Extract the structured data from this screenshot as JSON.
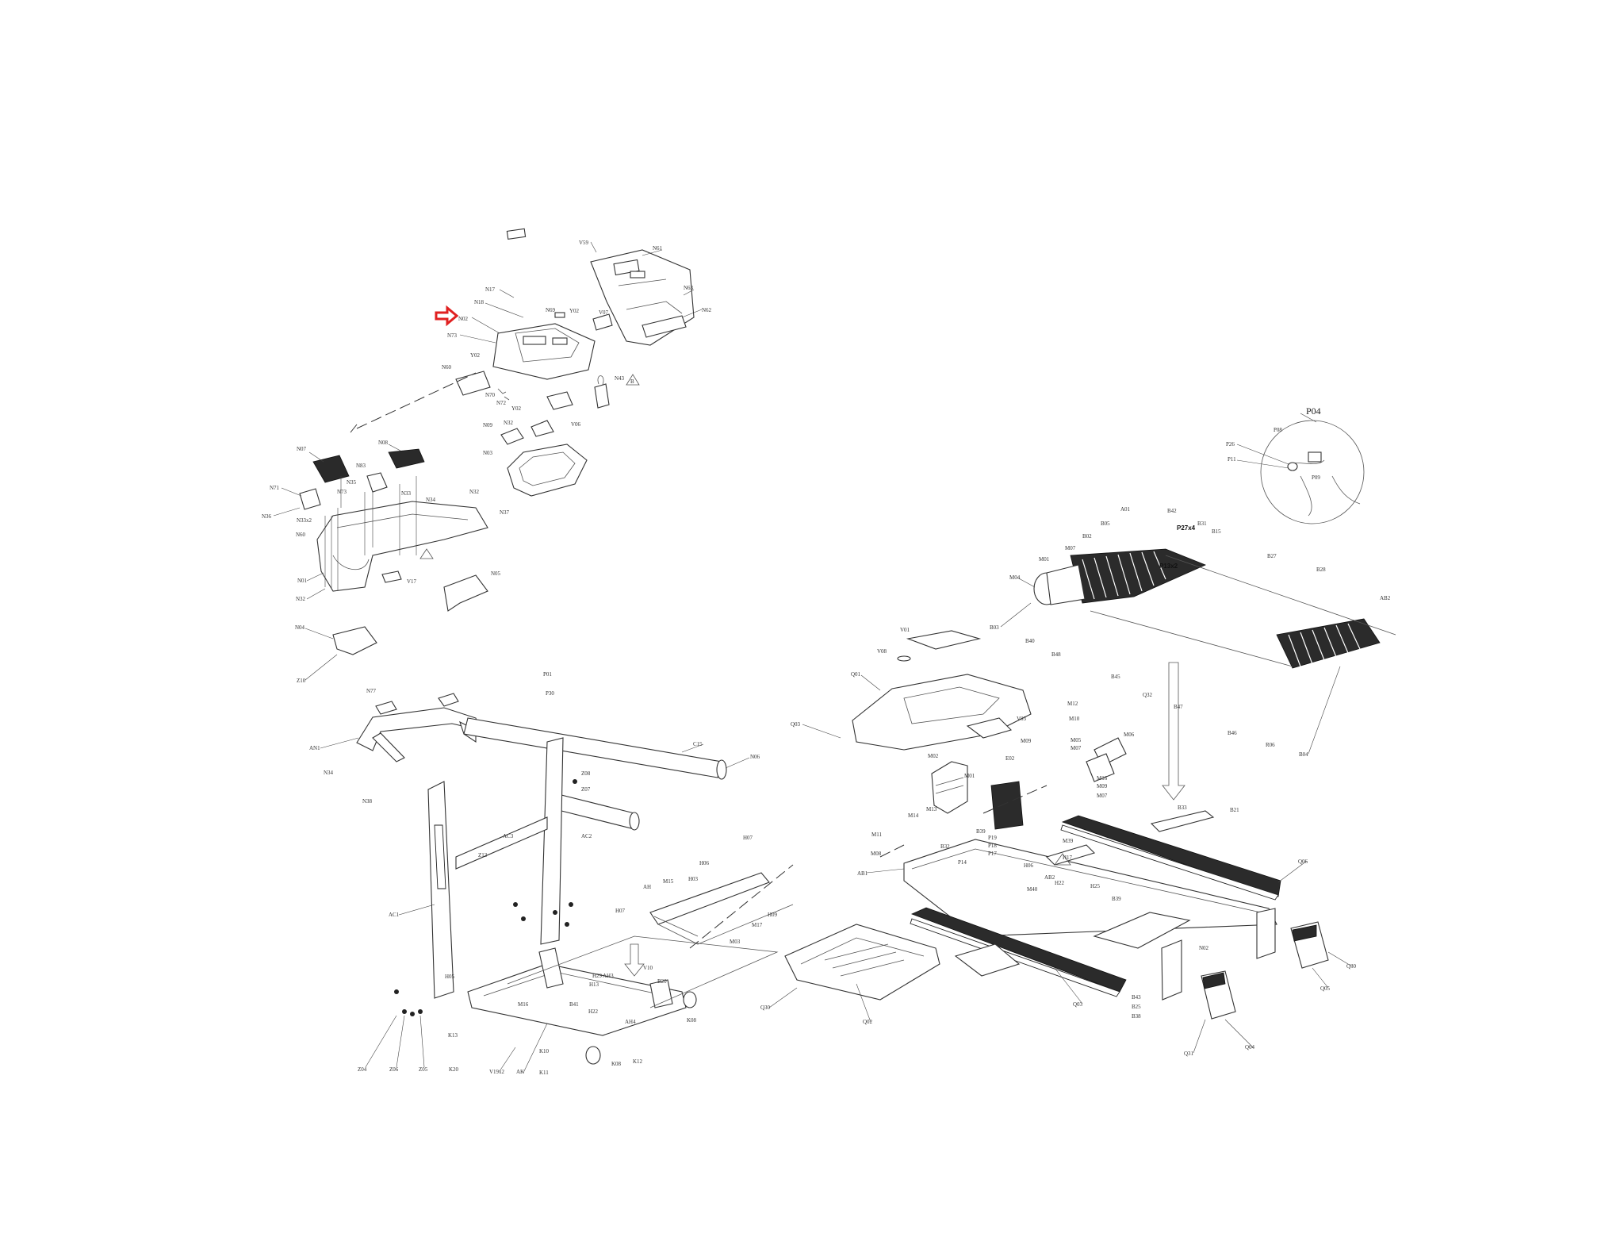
{
  "diagram": {
    "type": "exploded-parts-view",
    "highlight_color": "#e02020",
    "highlighted_part": "N02",
    "callouts": {
      "n02": "N02",
      "n17": "N17",
      "n18": "N18",
      "n73": "N73",
      "n69": "N69",
      "y02": "Y02",
      "v07": "V07",
      "v59": "V59",
      "n61": "N61",
      "n63": "N63",
      "n62": "N62",
      "n60a": "N60",
      "y02b": "Y02",
      "n70": "N70",
      "n72": "N72",
      "y02c": "Y02",
      "n43": "N43",
      "v06": "V06",
      "n09": "N09",
      "n32a": "N32",
      "n03": "N03",
      "n32b": "N32",
      "n37": "N37",
      "n07": "N07",
      "n08": "N08",
      "n83": "N83",
      "n71": "N71",
      "n35": "N35",
      "n73b": "N73",
      "n33": "N33",
      "n34": "N34",
      "n36": "N36",
      "n33x2": "N33x2",
      "n60b": "N60",
      "n01": "N01",
      "v17": "V17",
      "n32c": "N32",
      "n05": "N05",
      "n04": "N04",
      "z10": "Z10",
      "p01": "P01",
      "p30": "P30",
      "n77": "N77",
      "an1": "AN1",
      "n34b": "N34",
      "n38": "N38",
      "c15": "C15",
      "n06": "N06",
      "z08": "Z08",
      "z07": "Z07",
      "ac3": "AC3",
      "ac2": "AC2",
      "z13": "Z13",
      "ac1": "AC1",
      "z04": "Z04",
      "z06": "Z06",
      "z05": "Z05",
      "k13": "K13",
      "h05": "H05",
      "k20": "K20",
      "v19x2": "V19x2",
      "ak": "AK",
      "k10": "K10",
      "k11": "K11",
      "k08": "K08",
      "k12": "K12",
      "h07": "H07",
      "ah": "AH",
      "m15": "M15",
      "h06": "H06",
      "h03": "H03",
      "m03": "M03",
      "m17": "M17",
      "h09": "H09",
      "h07b": "H07",
      "v10": "V10",
      "b20": "B20",
      "h29": "H29",
      "ah3": "AH3",
      "h13": "H13",
      "h22": "H22",
      "m16": "M16",
      "b41": "B41",
      "k08b": "K08",
      "ah4": "AH4",
      "v01": "V01",
      "v08": "V08",
      "q01": "Q01",
      "v03": "V03",
      "q03": "Q03",
      "m02": "M02",
      "e02": "E02",
      "m01": "M01",
      "m14": "M14",
      "m13": "M13",
      "m11": "M11",
      "m08": "M08",
      "b32": "B32",
      "p14": "P14",
      "ab1": "AB1",
      "b39": "B39",
      "p19": "P19",
      "p18": "P18",
      "p17": "P17",
      "h06b": "H06",
      "m09": "M09",
      "m12": "M12",
      "m10": "M10",
      "m05": "M05",
      "m06": "M06",
      "m07": "M07",
      "m16b": "M16",
      "m09b": "M09",
      "m07b": "M07",
      "m39": "M39",
      "b33": "B33",
      "b21": "B21",
      "q06": "Q06",
      "h17": "H17",
      "ab2": "AB2",
      "h25": "H25",
      "b39b": "B39",
      "h22b": "H22",
      "m40": "M40",
      "q30": "Q30",
      "q02": "Q02",
      "q03b": "Q03",
      "b43": "B43",
      "b25": "B25",
      "b38": "B38",
      "n02b": "N02",
      "q04": "Q04",
      "q31": "Q31",
      "q05": "Q05",
      "q30b": "Q30",
      "p04": "P04",
      "p26": "P26",
      "p11": "P11",
      "p08": "P08",
      "p09": "P09",
      "a01": "A01",
      "b42": "B42",
      "b05": "B05",
      "b02": "B02",
      "m07c": "M07",
      "m04": "M04",
      "m01b": "M01",
      "b31": "B31",
      "b15": "B15",
      "p27x4": "P27x4",
      "p13x2": "P13x2",
      "b27": "B27",
      "b28": "B28",
      "ab2b": "AB2",
      "b03": "B03",
      "b40": "B40",
      "b48": "B48",
      "b45": "B45",
      "q32": "Q32",
      "b47": "B47",
      "b46": "B46",
      "r06": "R06",
      "b04": "B04",
      "triangle": "B"
    }
  }
}
